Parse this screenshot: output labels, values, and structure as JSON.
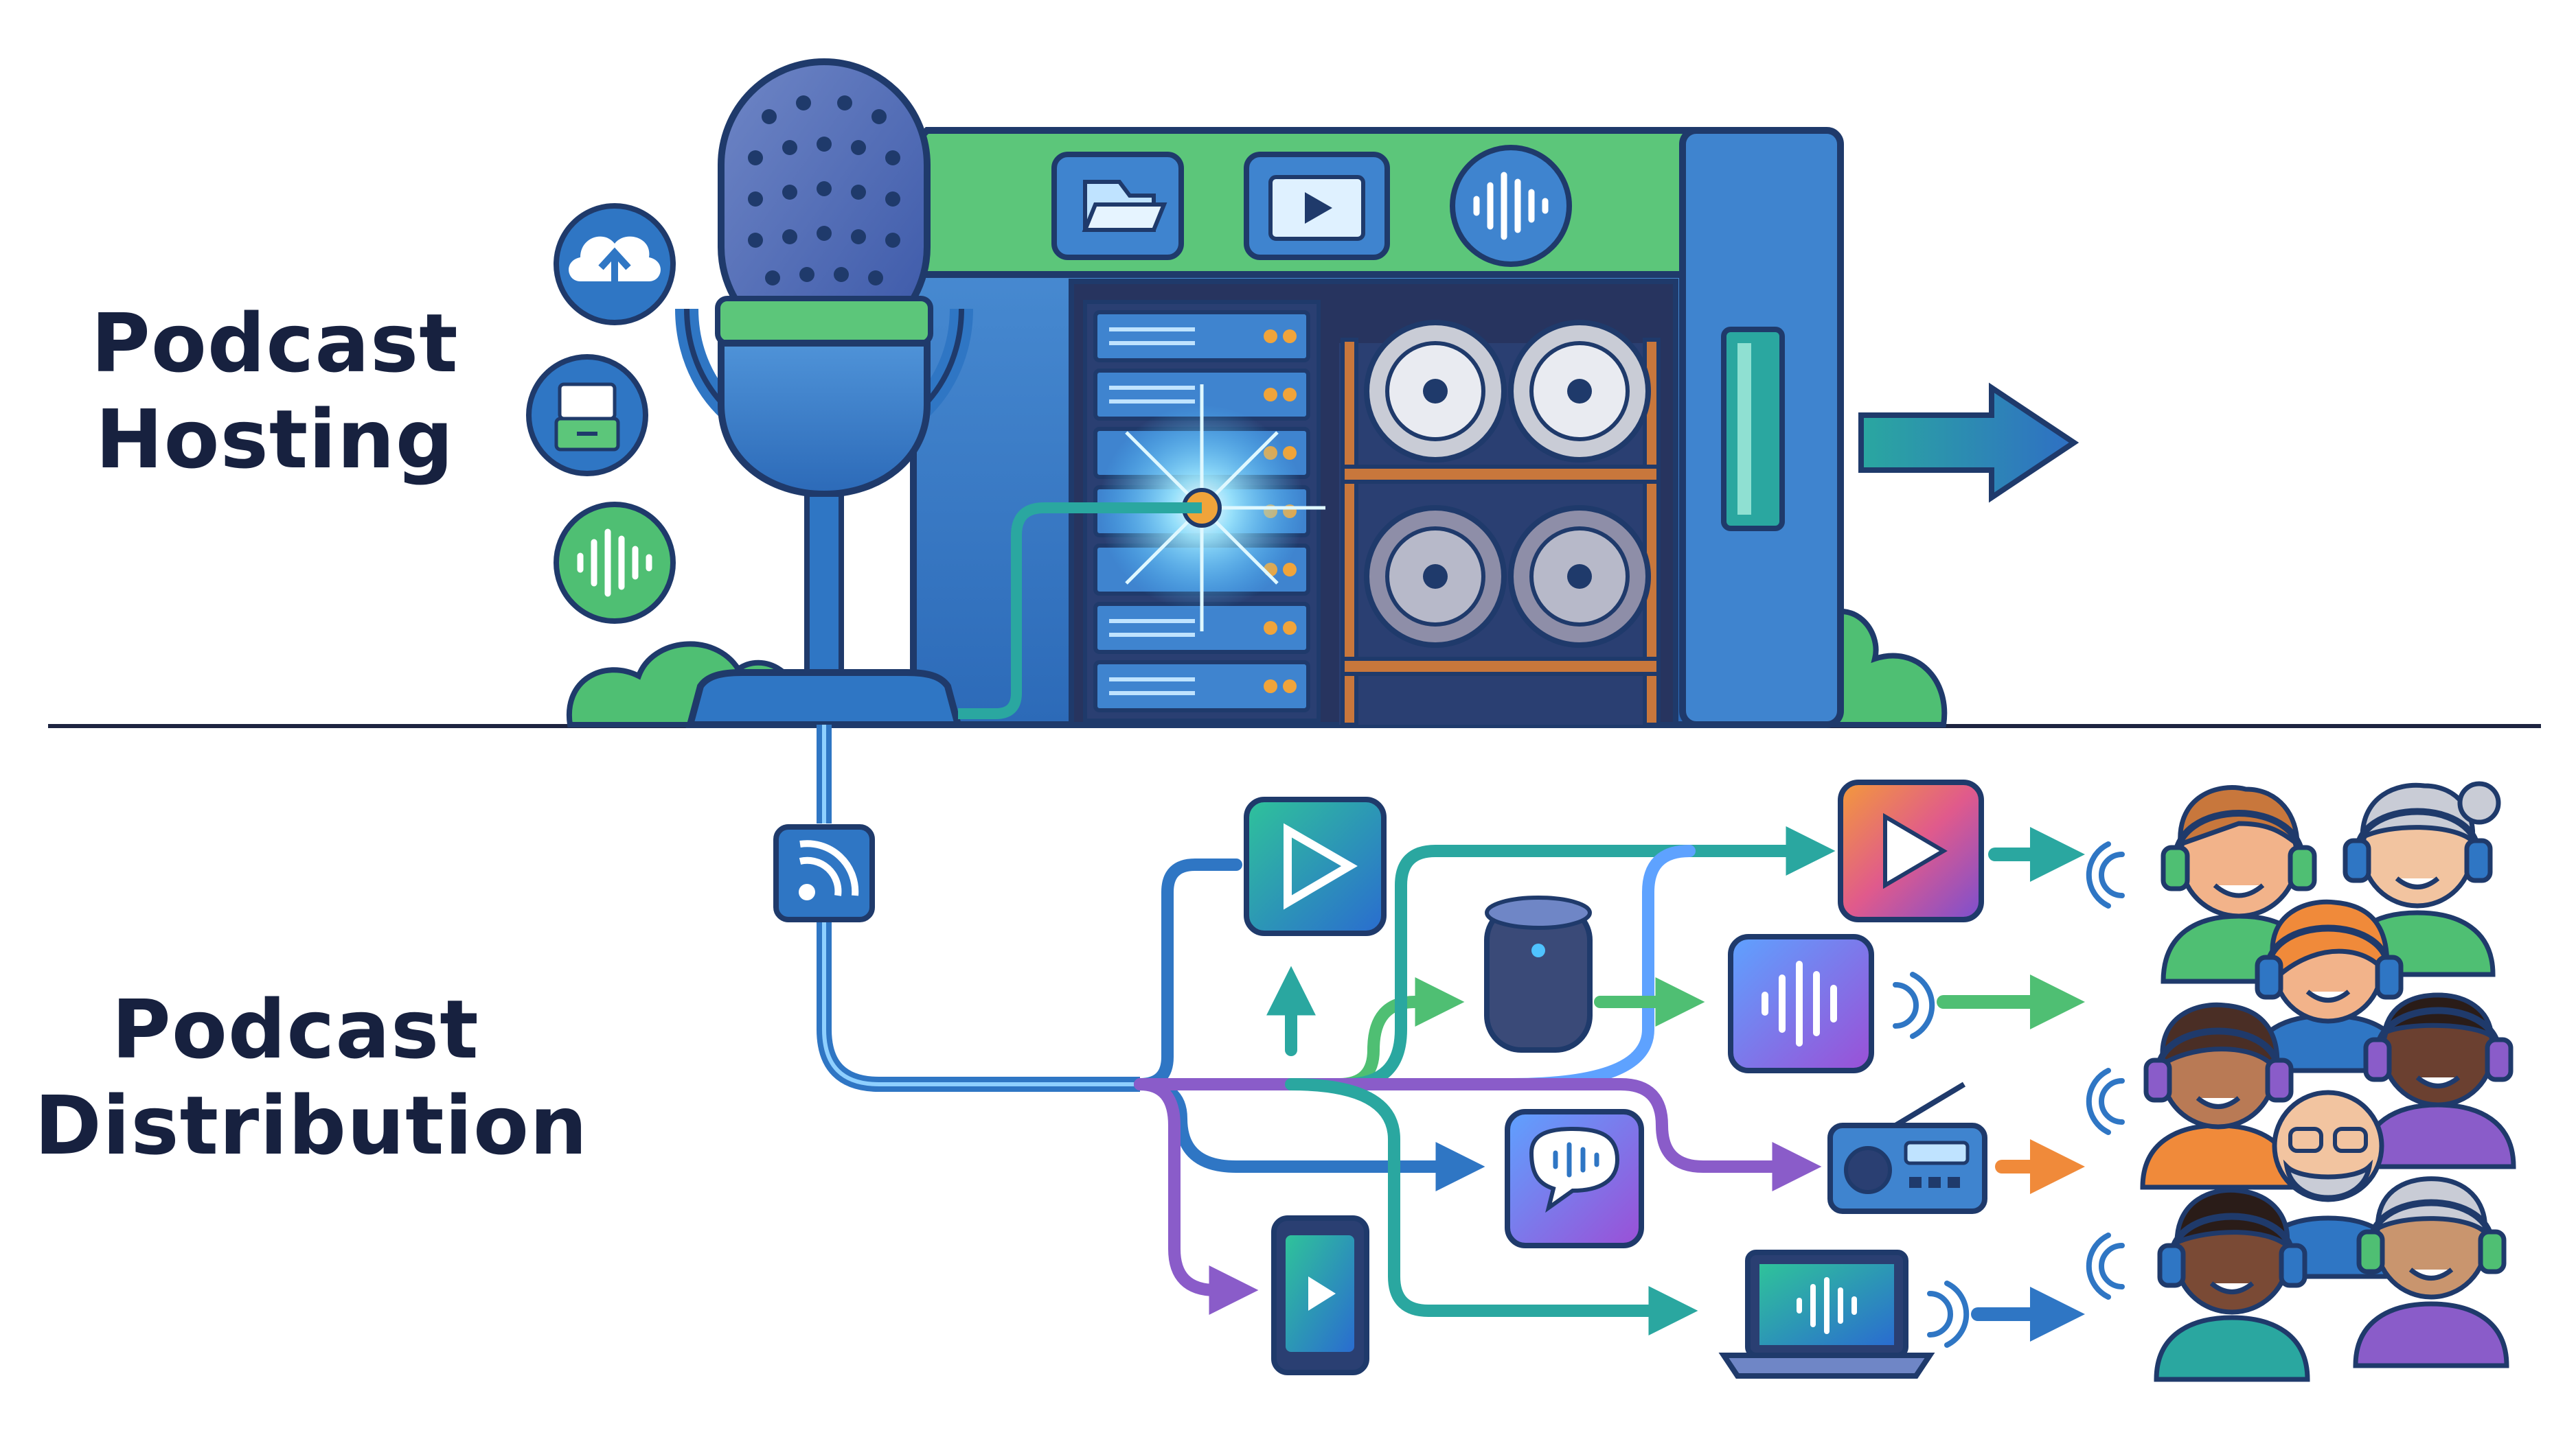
{
  "sections": {
    "hosting": {
      "line1": "Podcast",
      "line2": "Hosting"
    },
    "distribution": {
      "line1": "Podcast",
      "line2": "Distribution"
    }
  },
  "colors": {
    "outline": "#1f3a6b",
    "navy_text": "#17213f",
    "green": "#4fbf73",
    "blue": "#2f76c4",
    "teal": "#2aa7a0",
    "purple": "#8a5cc9",
    "orange": "#f08a3a",
    "wood": "#c8773c"
  },
  "icons": {
    "side": [
      "cloud-upload-icon",
      "file-cabinet-icon",
      "audio-wave-icon"
    ],
    "server_top": [
      "folder-icon",
      "video-play-icon",
      "audio-wave-icon"
    ],
    "distribution": [
      "rss-icon",
      "play-store-icon",
      "smart-speaker-icon",
      "podcast-app-icon",
      "audio-wave-app-icon",
      "chat-bubble-icon",
      "radio-icon",
      "phone-play-icon",
      "laptop-icon"
    ]
  }
}
